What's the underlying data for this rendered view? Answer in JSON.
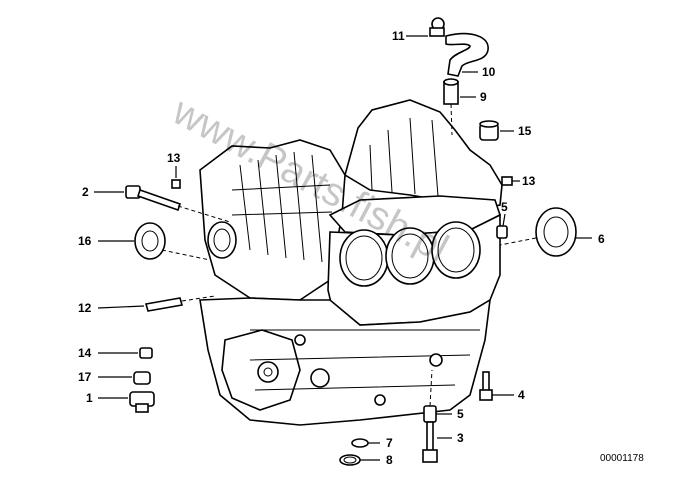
{
  "watermark": "www.Parts.fish.pl",
  "image_ref": "00001178",
  "callouts": [
    {
      "id": "c11",
      "label": "11"
    },
    {
      "id": "c10",
      "label": "10"
    },
    {
      "id": "c9",
      "label": "9"
    },
    {
      "id": "c15",
      "label": "15"
    },
    {
      "id": "c13a",
      "label": "13"
    },
    {
      "id": "c13b",
      "label": "13"
    },
    {
      "id": "c2",
      "label": "2"
    },
    {
      "id": "c5a",
      "label": "5"
    },
    {
      "id": "c6",
      "label": "6"
    },
    {
      "id": "c16",
      "label": "16"
    },
    {
      "id": "c12",
      "label": "12"
    },
    {
      "id": "c14",
      "label": "14"
    },
    {
      "id": "c17",
      "label": "17"
    },
    {
      "id": "c1",
      "label": "1"
    },
    {
      "id": "c4",
      "label": "4"
    },
    {
      "id": "c5b",
      "label": "5"
    },
    {
      "id": "c3",
      "label": "3"
    },
    {
      "id": "c7",
      "label": "7"
    },
    {
      "id": "c8",
      "label": "8"
    }
  ]
}
